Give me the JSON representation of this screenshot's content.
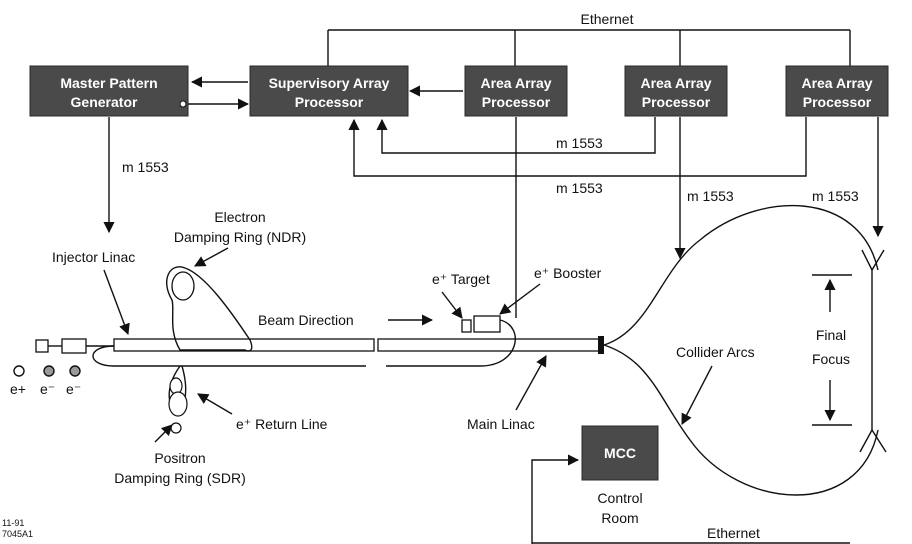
{
  "network": {
    "ethernet_top": "Ethernet",
    "ethernet_bottom": "Ethernet"
  },
  "boxes": {
    "master_pattern": [
      "Master Pattern",
      "Generator"
    ],
    "supervisory": [
      "Supervisory Array",
      "Processor"
    ],
    "area1": [
      "Area Array",
      "Processor"
    ],
    "area2": [
      "Area Array",
      "Processor"
    ],
    "area3": [
      "Area Array",
      "Processor"
    ],
    "mcc": "MCC"
  },
  "links": {
    "m1553_a": "m 1553",
    "m1553_b": "m 1553",
    "m1553_c": "m 1553",
    "m1553_d": "m 1553",
    "m1553_e": "m 1553"
  },
  "labels": {
    "electron_ring": [
      "Electron",
      "Damping Ring (NDR)"
    ],
    "injector_linac": "Injector Linac",
    "e_target": "e⁺ Target",
    "e_booster": "e⁺ Booster",
    "beam_direction": "Beam Direction",
    "collider_arcs": "Collider Arcs",
    "final_focus": [
      "Final",
      "Focus"
    ],
    "e_return_line": "e⁺ Return Line",
    "main_linac": "Main Linac",
    "positron_ring": [
      "Positron",
      "Damping Ring (SDR)"
    ],
    "control_room": [
      "Control",
      "Room"
    ],
    "sources": [
      "e+",
      "e⁻",
      "e⁻"
    ],
    "figure_code": [
      "11-91",
      "7045A1"
    ]
  }
}
